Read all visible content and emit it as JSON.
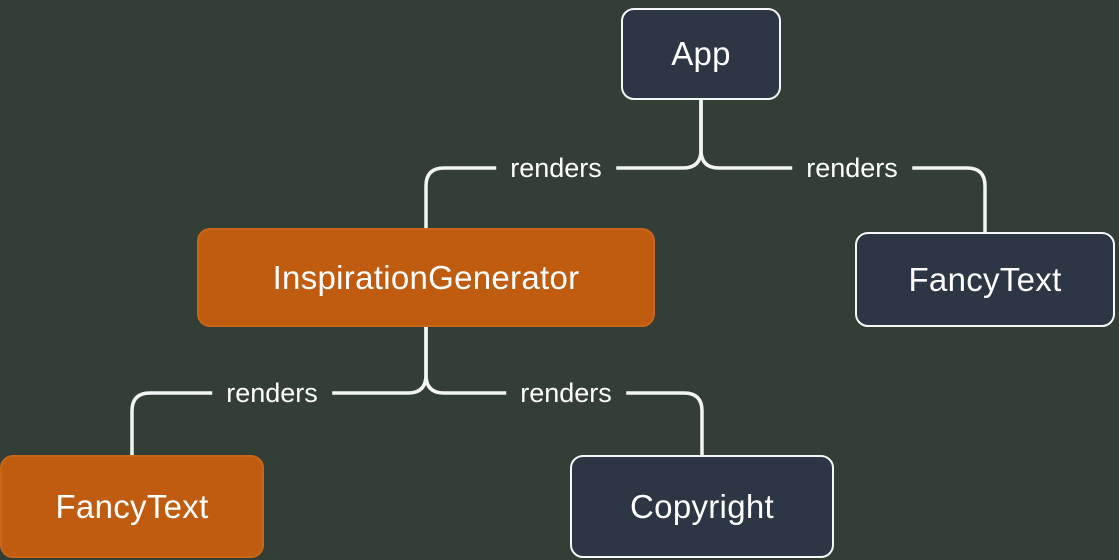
{
  "diagram": {
    "background_color": "#333e37",
    "node_colors": {
      "default": "#2d3644",
      "highlight": "#c05c10"
    },
    "line_color": "#f2f5f3",
    "text_color": "#ffffff",
    "nodes": [
      {
        "id": "app",
        "label": "App",
        "variant": "default"
      },
      {
        "id": "inspiration-generator",
        "label": "InspirationGenerator",
        "variant": "highlight"
      },
      {
        "id": "fancytext-right",
        "label": "FancyText",
        "variant": "default"
      },
      {
        "id": "fancytext-left",
        "label": "FancyText",
        "variant": "highlight"
      },
      {
        "id": "copyright",
        "label": "Copyright",
        "variant": "default"
      }
    ],
    "edges": [
      {
        "from": "app",
        "to": "inspiration-generator",
        "label": "renders"
      },
      {
        "from": "app",
        "to": "fancytext-right",
        "label": "renders"
      },
      {
        "from": "inspiration-generator",
        "to": "fancytext-left",
        "label": "renders"
      },
      {
        "from": "inspiration-generator",
        "to": "copyright",
        "label": "renders"
      }
    ]
  }
}
